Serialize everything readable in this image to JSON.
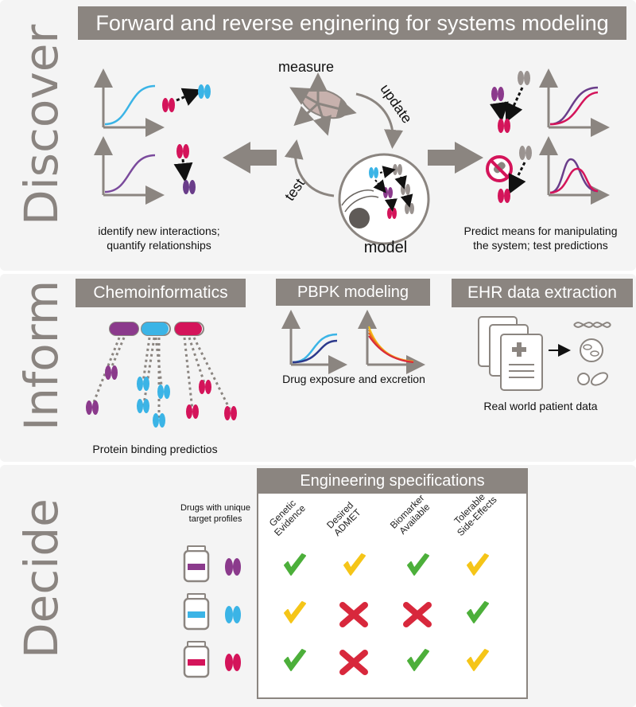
{
  "title": "Forward and reverse enginering for systems modeling",
  "sections": {
    "discover": "Discover",
    "inform": "Inform",
    "decide": "Decide"
  },
  "discover": {
    "measure": "measure",
    "update": "update",
    "test": "test",
    "model": "model",
    "left_caption_1": "identify new interactions;",
    "left_caption_2": "quantify relationships",
    "right_caption_1": "Predict means for manipulating",
    "right_caption_2": "the system; test predictions"
  },
  "inform": {
    "chemo_title": "Chemoinformatics",
    "chemo_caption": "Protein binding predictios",
    "pbpk_title": "PBPK modeling",
    "pbpk_caption": "Drug exposure and excretion",
    "ehr_title": "EHR data extraction",
    "ehr_caption": "Real world patient data"
  },
  "decide": {
    "drugs_label_1": "Drugs with unique",
    "drugs_label_2": "target profiles",
    "spec_title": "Engineering specifications",
    "columns": [
      {
        "l1": "Genetic",
        "l2": "Evidence"
      },
      {
        "l1": "Desired",
        "l2": "ADMET"
      },
      {
        "l1": "Biomarker",
        "l2": "Available"
      },
      {
        "l1": "Tolerable",
        "l2": "Side-Effects"
      }
    ],
    "rows": [
      {
        "drug_color": "#8b3a8c",
        "marks": [
          "check-green",
          "check-yellow",
          "check-green",
          "check-yellow"
        ]
      },
      {
        "drug_color": "#3bb4e6",
        "marks": [
          "check-yellow",
          "cross-red",
          "cross-red",
          "check-green"
        ]
      },
      {
        "drug_color": "#d4145a",
        "marks": [
          "check-green",
          "cross-red",
          "check-green",
          "check-yellow"
        ]
      }
    ]
  },
  "colors": {
    "gray_bar": "#8b8580",
    "purple": "#8b3a8c",
    "blue": "#3bb4e6",
    "magenta": "#d4145a",
    "green_check": "#4caf3a",
    "yellow_check": "#f5c518",
    "red_cross": "#d8283c"
  }
}
